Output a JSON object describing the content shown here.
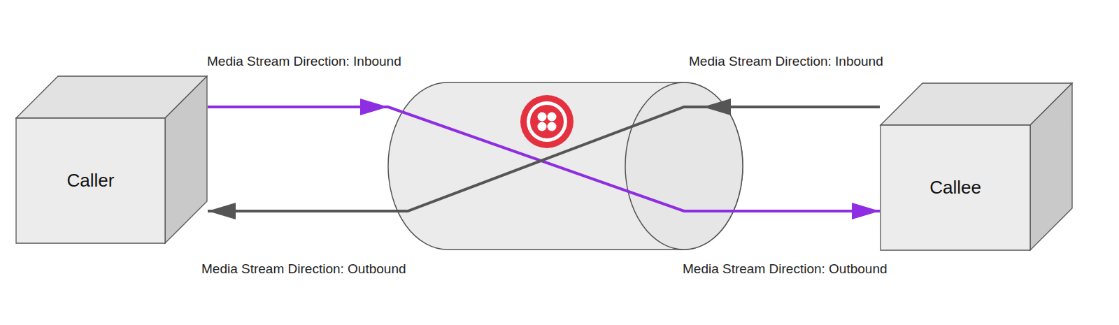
{
  "diagram": {
    "nodes": [
      {
        "text": [
          "Caller"
        ]
      },
      {
        "text": [
          "Callee"
        ]
      }
    ],
    "edges": [
      {
        "from": 0,
        "to": 1,
        "arrow": "to"
      },
      {
        "from": 1,
        "to": 0,
        "arrow": "to"
      }
    ],
    "labels": [
      "Media Stream Direction: Inbound",
      "Media Stream Direction: Inbound",
      "Media Stream Direction: Outbound",
      "Media Stream Direction: Outbound"
    ]
  }
}
